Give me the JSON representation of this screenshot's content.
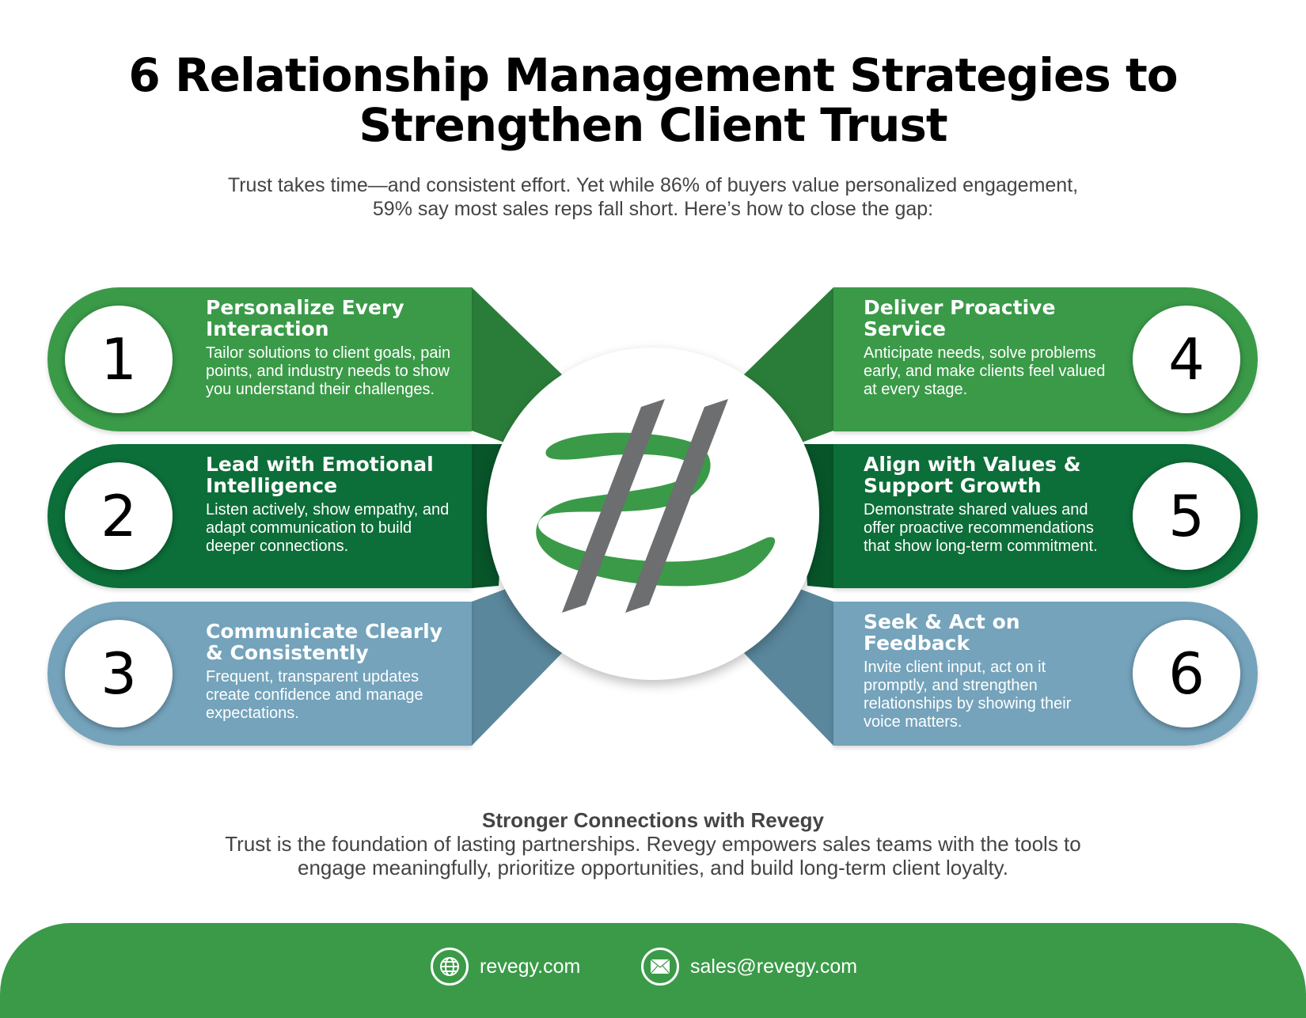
{
  "title": [
    "6 Relationship Management Strategies to",
    "Strengthen Client Trust"
  ],
  "subtitle": [
    "Trust takes time—and consistent effort. Yet while 86% of buyers value personalized engagement,",
    "59% say most sales reps fall short. Here’s how to close the gap:"
  ],
  "strategies": [
    {
      "number": "1",
      "title": "Personalize Every Interaction",
      "body": "Tailor solutions to client goals, pain points, and industry needs to show you understand their challenges."
    },
    {
      "number": "2",
      "title": "Lead with Emotional Intelligence",
      "body": "Listen actively, show empathy, and adapt communication to build deeper connections."
    },
    {
      "number": "3",
      "title": "Communicate Clearly & Consistently",
      "body": "Frequent, transparent updates create confidence and manage expectations."
    },
    {
      "number": "4",
      "title": "Deliver Proactive Service",
      "body": "Anticipate needs, solve problems early, and make clients feel valued at every stage."
    },
    {
      "number": "5",
      "title": "Align with Values & Support Growth",
      "body": "Demonstrate shared values and offer proactive recommendations that show long-term commitment."
    },
    {
      "number": "6",
      "title": "Seek & Act on Feedback",
      "body": "Invite client input, act on it promptly, and strengthen relationships by showing their voice matters."
    }
  ],
  "closing": {
    "heading": "Stronger Connections with Revegy",
    "body": [
      "Trust is the foundation of lasting partnerships. Revegy empowers sales teams with the tools to",
      "engage meaningfully, prioritize opportunities, and build long-term client loyalty."
    ]
  },
  "footer": {
    "website": "revegy.com",
    "email": "sales@revegy.com"
  },
  "colors": {
    "green": "#3a9a48",
    "dark_green": "#0c6e38",
    "blue": "#74a3bb",
    "gray": "#6d6e70"
  }
}
